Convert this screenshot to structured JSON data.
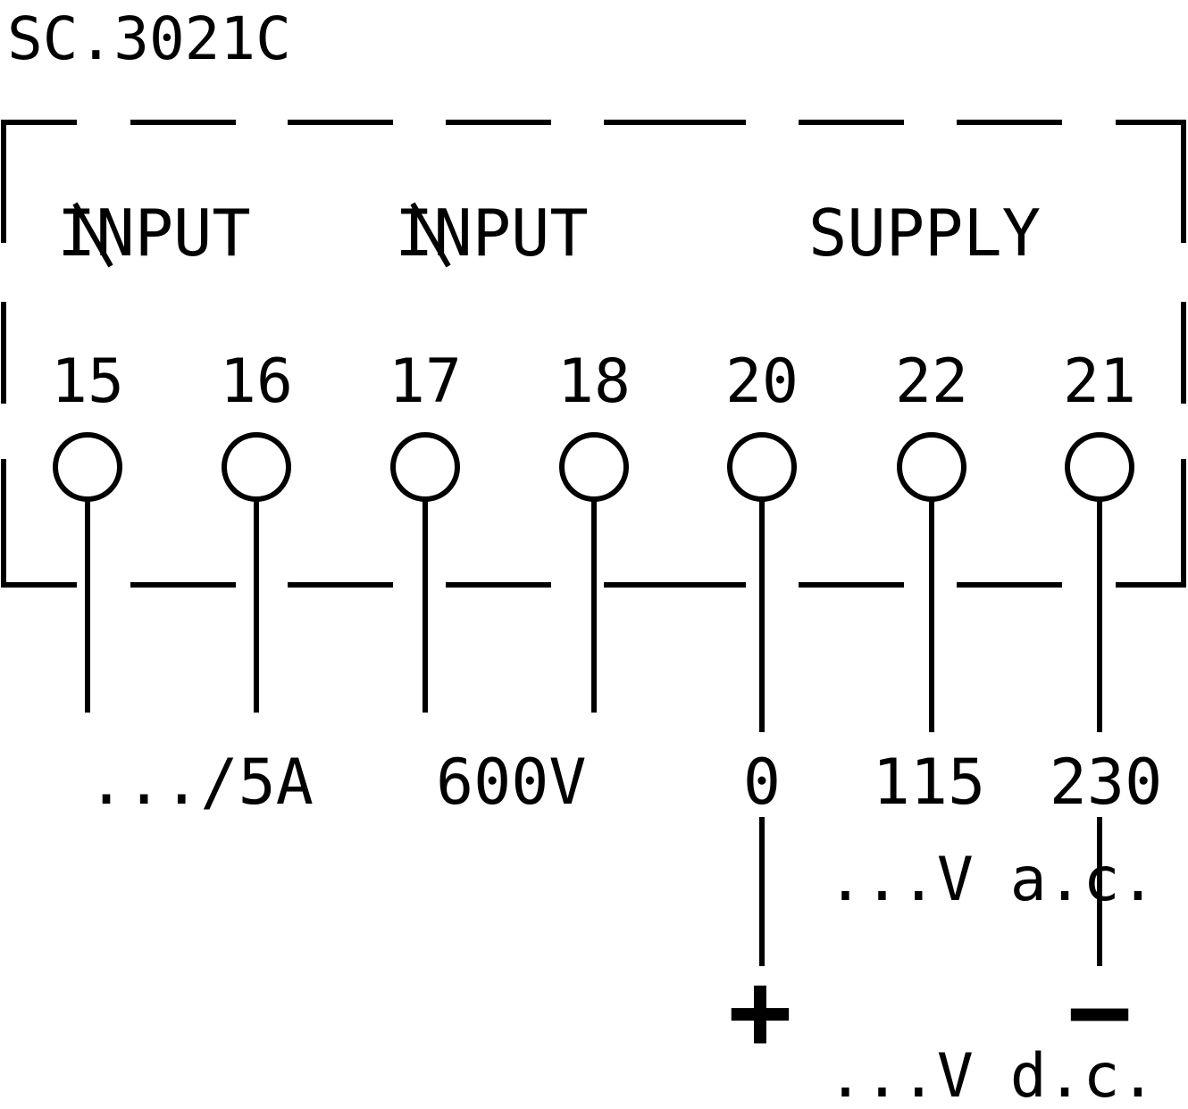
{
  "title": "SC.3021C",
  "headers": {
    "input_current": "INPUT",
    "input_voltage": "INPUT",
    "supply": "SUPPLY"
  },
  "terminals": [
    "15",
    "16",
    "17",
    "18",
    "20",
    "22",
    "21"
  ],
  "values": {
    "current": ".../5A",
    "voltage": "600V",
    "v0": "0",
    "v115": "115",
    "v230": "230"
  },
  "supply_ac": "...V a.c.",
  "supply_dc": "...V d.c.",
  "polarity": {
    "plus": "+",
    "minus": "−"
  },
  "colors": {
    "line": "#000000",
    "background": "#ffffff"
  }
}
